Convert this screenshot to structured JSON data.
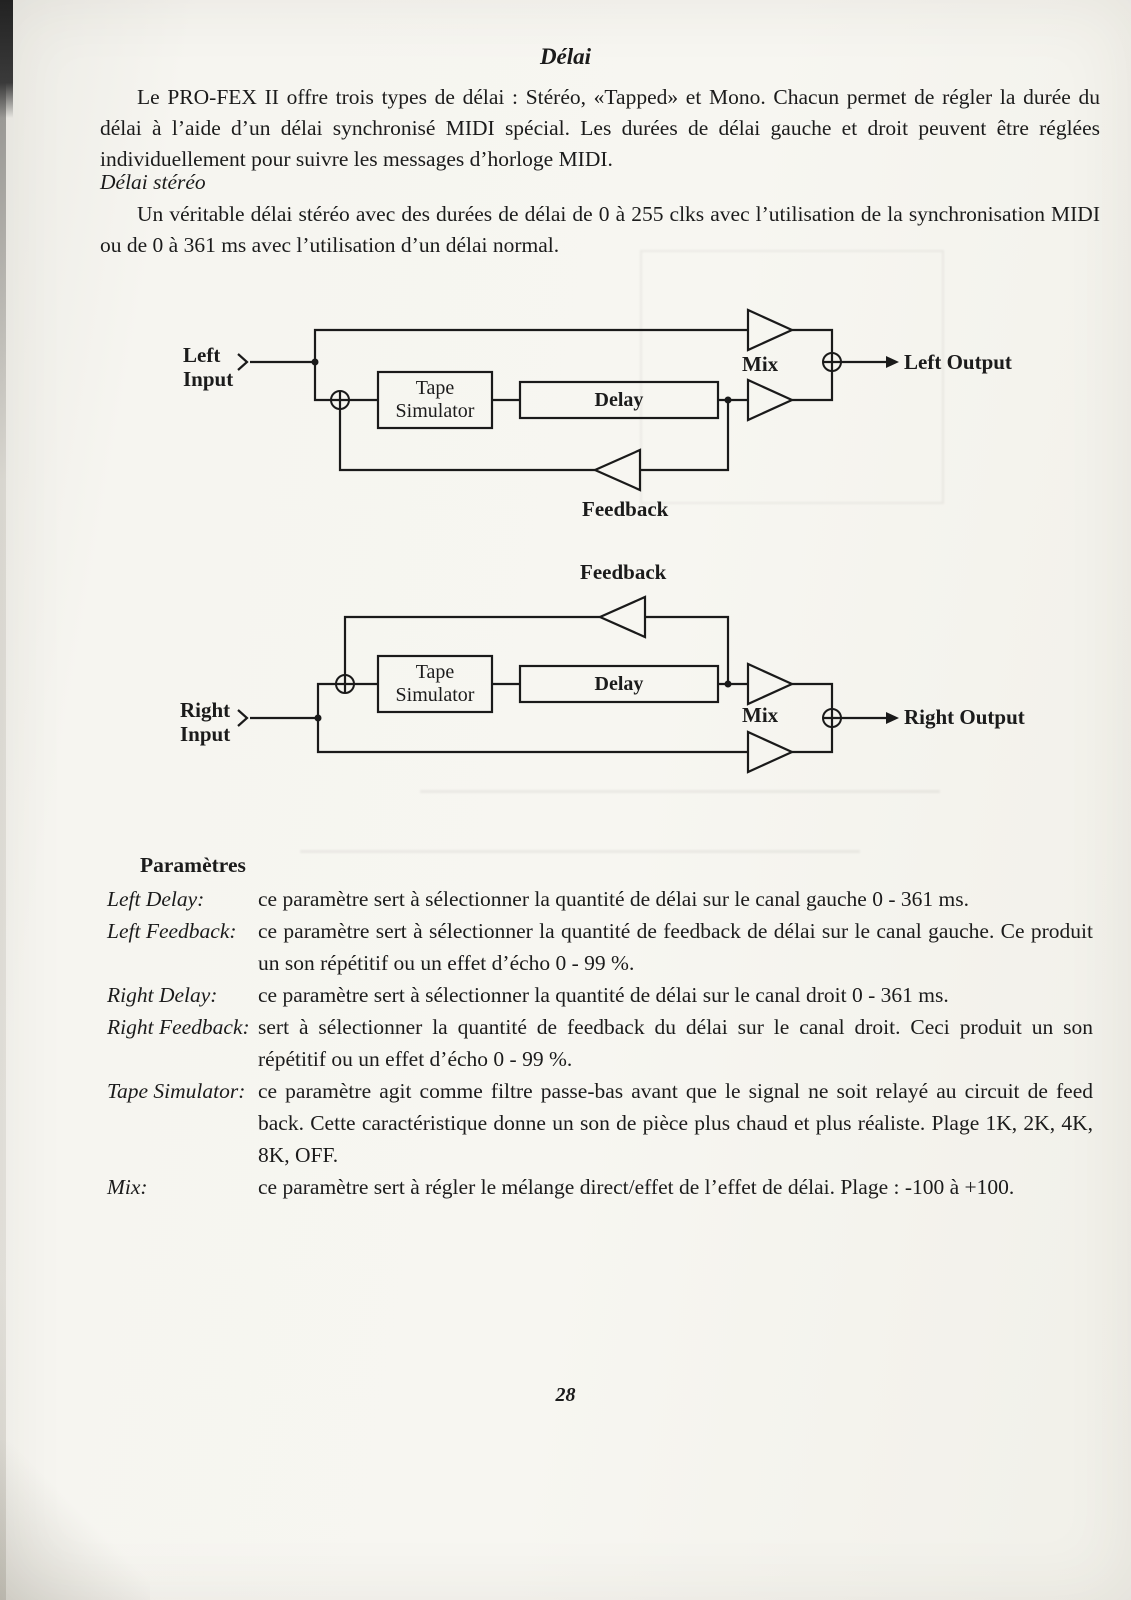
{
  "page": {
    "title": "Délai",
    "page_number": "28"
  },
  "intro": {
    "paragraph1": "Le PRO-FEX II offre trois types de délai : Stéréo, «Tapped» et Mono. Chacun permet de régler la durée du délai à l’aide d’un délai synchronisé MIDI spécial. Les durées de délai gauche et droit peuvent être réglées individuellement pour suivre les messages d’horloge MIDI.",
    "subsection": "Délai stéréo",
    "paragraph2": "Un véritable délai stéréo avec des durées de délai de 0 à 255 clks avec l’utilisation de la synchronisation MIDI ou de 0 à 361 ms avec l’utilisation d’un délai normal."
  },
  "diagram_left": {
    "input_label": "Left Input",
    "tape_simulator_label": "Tape Simulator",
    "delay_label": "Delay",
    "mix_label": "Mix",
    "output_label": "Left Output",
    "feedback_label": "Feedback"
  },
  "diagram_right": {
    "input_label": "Right Input",
    "tape_simulator_label": "Tape Simulator",
    "delay_label": "Delay",
    "mix_label": "Mix",
    "output_label": "Right Output",
    "feedback_label": "Feedback"
  },
  "parameters": {
    "heading": "Paramètres",
    "items": [
      {
        "term": "Left Delay:",
        "description": "ce paramètre sert à sélectionner la quantité de délai sur le canal gauche 0 - 361 ms."
      },
      {
        "term": "Left Feedback:",
        "description": "ce paramètre sert à sélectionner la quantité de feedback de délai sur le canal gauche. Ce produit un son répétitif ou un effet d’écho 0 - 99 %."
      },
      {
        "term": "Right Delay:",
        "description": "ce paramètre sert à sélectionner la quantité de délai sur le canal droit 0 - 361 ms."
      },
      {
        "term": "Right Feedback:",
        "description": "sert à sélectionner la quantité de feedback du délai sur le canal droit. Ceci produit un son répétitif ou un effet d’écho 0 - 99 %."
      },
      {
        "term": "Tape Simulator:",
        "description": "ce paramètre agit comme filtre passe-bas avant que le signal ne soit relayé au circuit de feed back. Cette caractéristique donne un son de pièce plus chaud et plus réaliste. Plage 1K, 2K, 4K, 8K, OFF."
      },
      {
        "term": "Mix:",
        "description": "ce paramètre sert à régler le mélange direct/effet de l’effet de délai. Plage : -100 à +100."
      }
    ]
  }
}
